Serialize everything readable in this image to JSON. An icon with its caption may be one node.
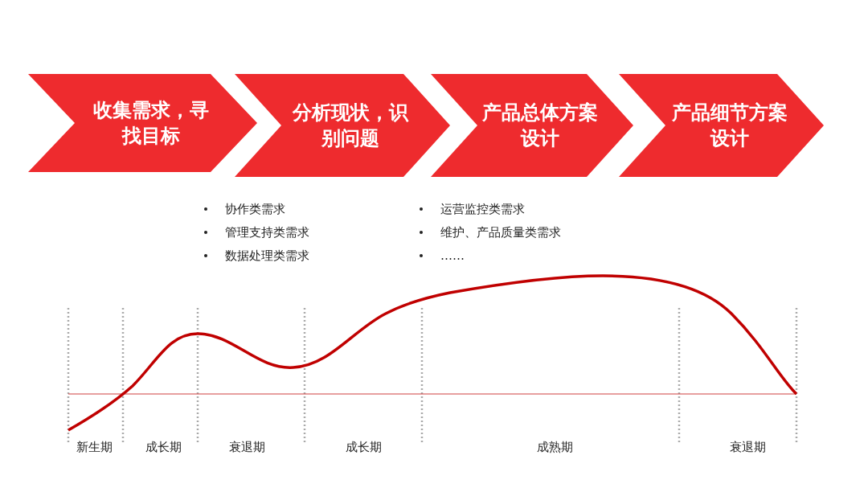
{
  "diagram": {
    "nodes": [
      {
        "text": [
          "收集需求，寻找目标"
        ]
      },
      {
        "text": [
          "分析现状，识别问题"
        ]
      },
      {
        "text": [
          "产品总体方案设计"
        ]
      },
      {
        "text": [
          "产品细节方案设计"
        ]
      }
    ],
    "edges": [],
    "labels": [
      "协作类需求",
      "管理支持类需求",
      "数据处理类需求",
      "运营监控类需求",
      "维护、产品质量类需求",
      "……",
      "新生期",
      "成长期",
      "衰退期",
      "成长期",
      "成熟期",
      "衰退期"
    ]
  }
}
